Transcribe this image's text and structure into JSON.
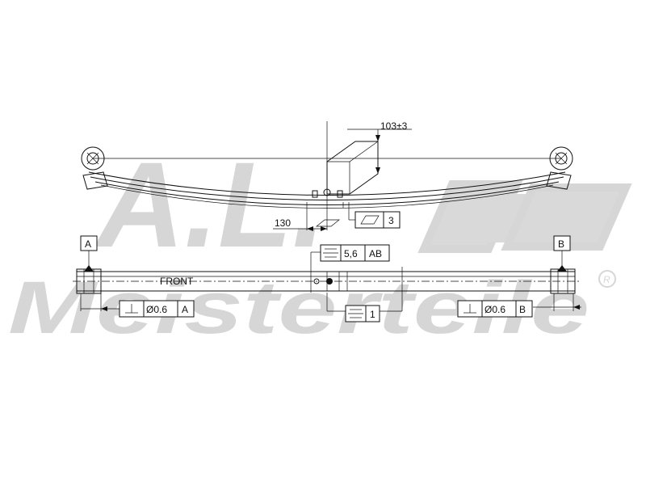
{
  "watermark": {
    "script": "A.L.",
    "brand": "Meisterteile",
    "registered_mark": "R"
  },
  "top_view": {
    "height_dimension": "103±3",
    "offset_dimension": "130",
    "parallelism_value": "3"
  },
  "bottom_view": {
    "datum_a": "A",
    "datum_b": "B",
    "front_label": "FRONT",
    "center_symmetry_value": "5,6",
    "center_symmetry_datum": "AB",
    "center_symmetry_value_2": "1",
    "left_perp_tolerance": "Ø0.6",
    "left_perp_datum": "A",
    "right_perp_tolerance": "Ø0.6",
    "right_perp_datum": "B"
  }
}
